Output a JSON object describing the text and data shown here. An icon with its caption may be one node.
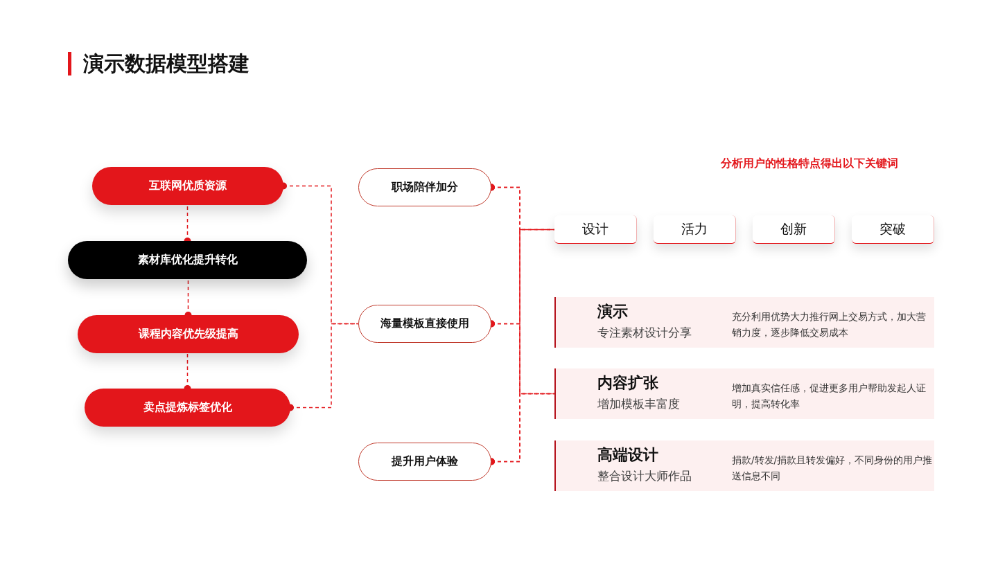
{
  "diagram": {
    "title": "演示数据模型搭建",
    "nodes": [
      {
        "text": [
          "互联网优质资源"
        ]
      },
      {
        "text": [
          "素材库优化提升转化"
        ]
      },
      {
        "text": [
          "课程内容优先级提高"
        ]
      },
      {
        "text": [
          "卖点提炼标签优化"
        ]
      },
      {
        "text": [
          "职场陪伴加分"
        ]
      },
      {
        "text": [
          "海量模板直接使用"
        ]
      },
      {
        "text": [
          "提升用户体验"
        ]
      },
      {
        "text": [
          "设计"
        ]
      },
      {
        "text": [
          "活力"
        ]
      },
      {
        "text": [
          "创新"
        ]
      },
      {
        "text": [
          "突破"
        ]
      },
      {
        "text": [
          "演示",
          "专注素材设计分享",
          "充分利用优势大力推行网上交易方式，加大营销力度，逐步降低交易成本"
        ]
      },
      {
        "text": [
          "内容扩张",
          "增加模板丰富度",
          "增加真实信任感，促进更多用户帮助发起人证明，提高转化率"
        ]
      },
      {
        "text": [
          "高端设计",
          "整合设计大师作品",
          "捐款/转发/捐款且转发偏好，不同身份的用户推送信息不同"
        ]
      }
    ],
    "edges": [
      {
        "from": 1,
        "to": 0,
        "arrow": "other"
      },
      {
        "from": 2,
        "to": 1,
        "arrow": "other"
      },
      {
        "from": 3,
        "to": 2,
        "arrow": "other"
      },
      {
        "from": 0,
        "to": 5,
        "arrow": "other"
      },
      {
        "from": 3,
        "to": 5,
        "arrow": "other"
      },
      {
        "from": 4,
        "to": 7,
        "arrow": "other"
      },
      {
        "from": 5,
        "to": 7,
        "arrow": "other"
      },
      {
        "from": 6,
        "to": 7,
        "arrow": "other"
      },
      {
        "from": 4,
        "to": 12,
        "arrow": "other"
      },
      {
        "from": 5,
        "to": 12,
        "arrow": "other"
      },
      {
        "from": 6,
        "to": 12,
        "arrow": "other"
      }
    ],
    "labels": [
      "分析用户的性格特点得出以下关键词"
    ]
  }
}
